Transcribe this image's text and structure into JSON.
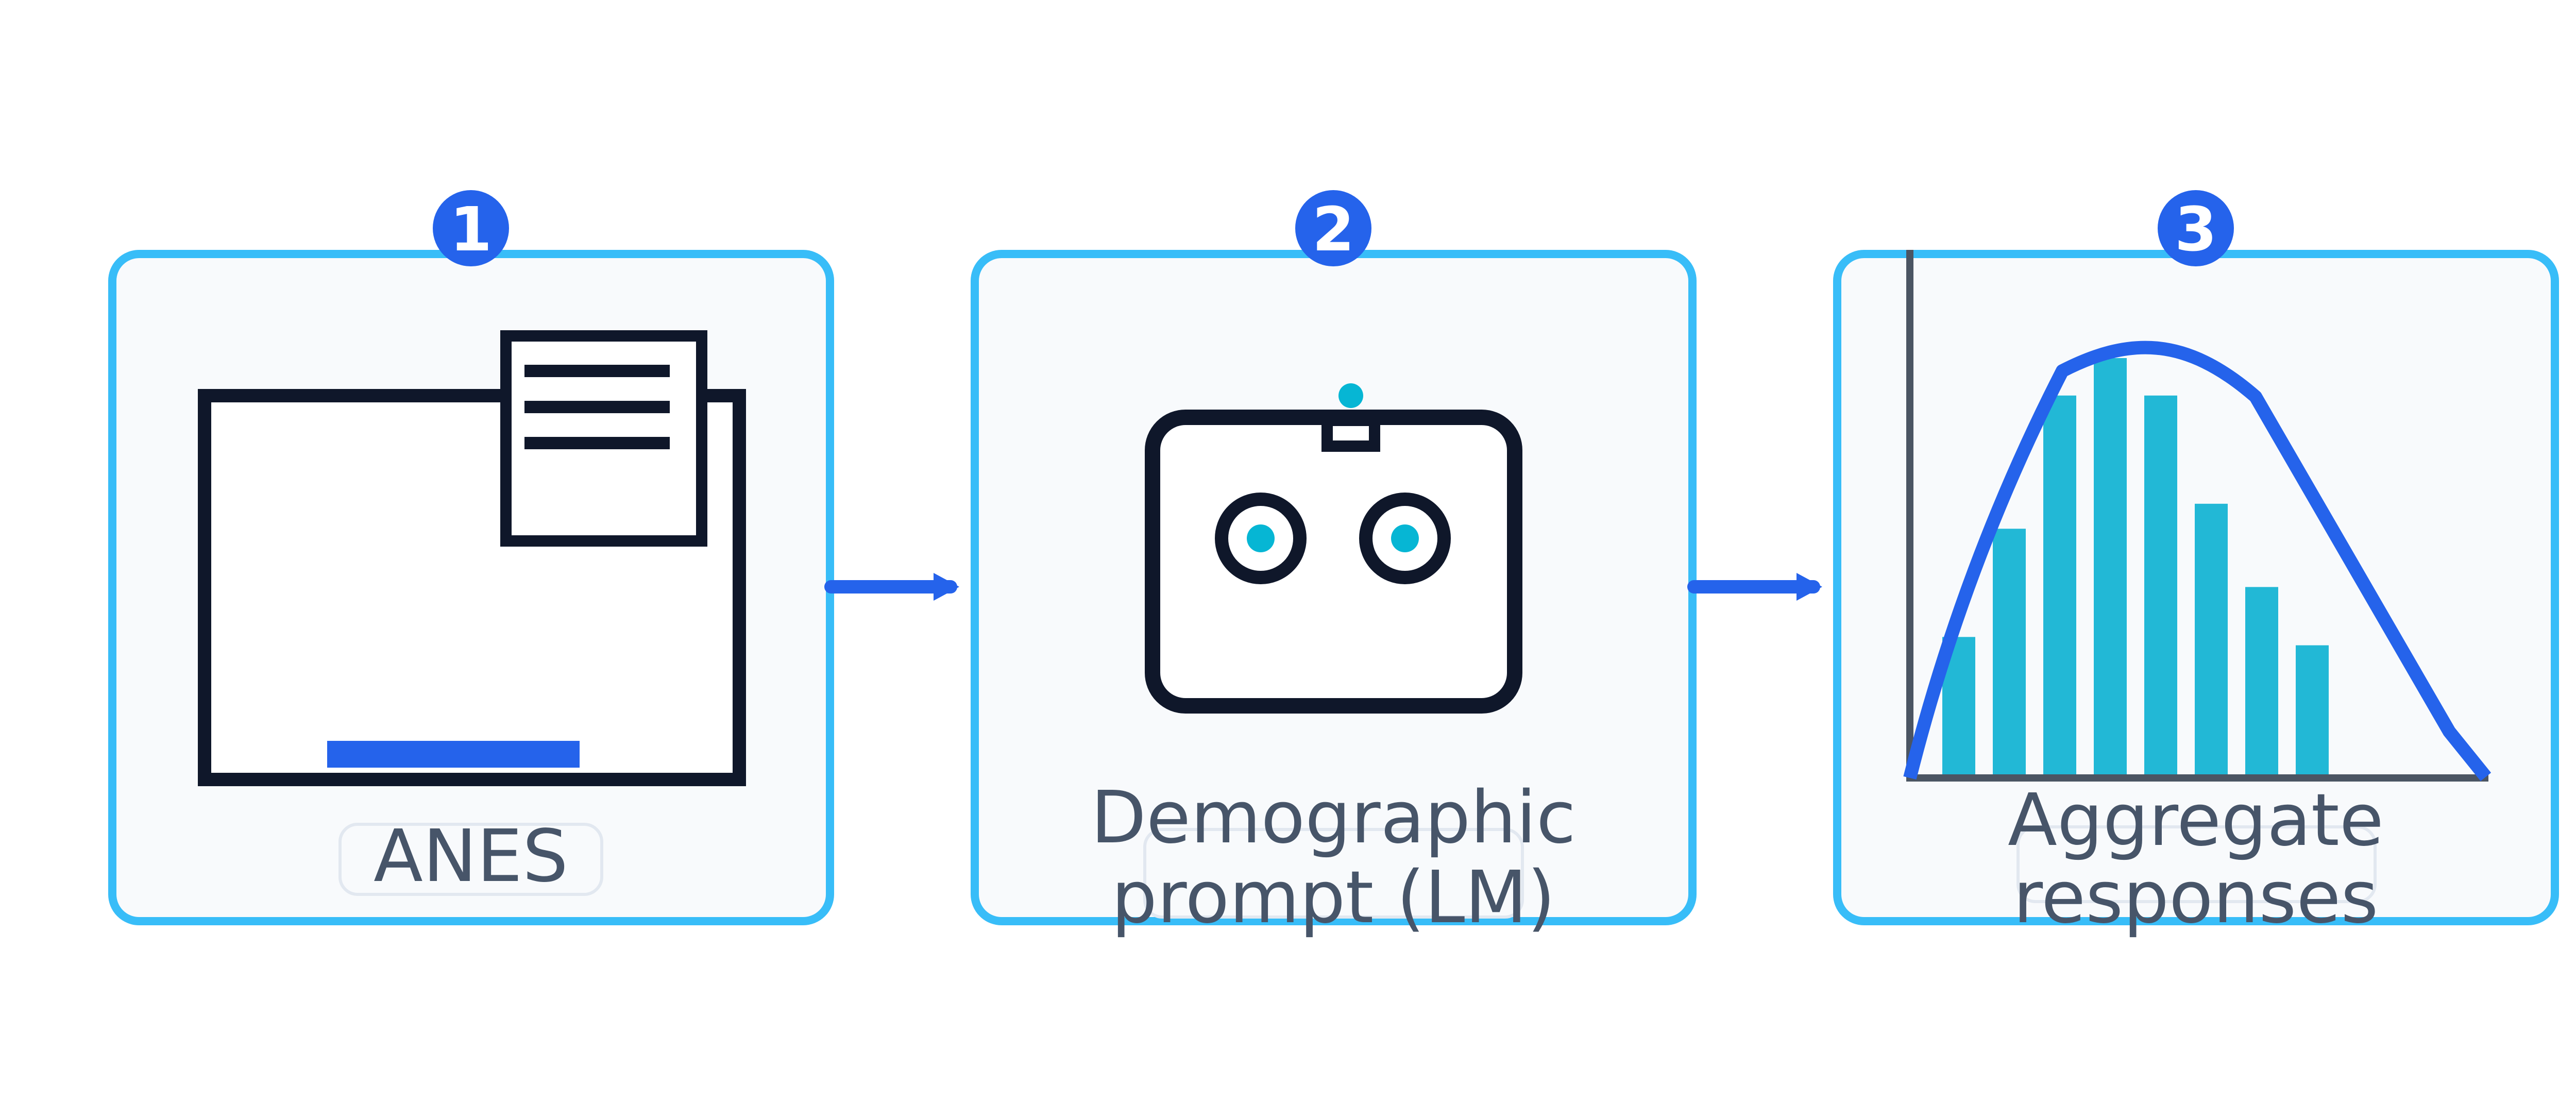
{
  "steps": [
    {
      "number": "1",
      "label_lines": [
        "ANES"
      ],
      "icon": "folder-with-document-icon"
    },
    {
      "number": "2",
      "label_lines": [
        "Demographic",
        "prompt (LM)"
      ],
      "icon": "robot-face-icon"
    },
    {
      "number": "3",
      "label_lines": [
        "Aggregate",
        "responses"
      ],
      "icon": "distribution-histogram-icon"
    }
  ],
  "histogram_bar_levels": [
    0.33,
    0.59,
    0.91,
    1.0,
    0.91,
    0.65,
    0.45,
    0.31
  ],
  "colors": {
    "panel_fill": "#f8fafc",
    "panel_border": "#38bdf8",
    "accent_blue": "#2563eb",
    "icon_dark": "#0f172a",
    "teal": "#06b6d4",
    "bar": "#22b8d6",
    "axis": "#4b5563",
    "label_text": "#475569",
    "pill_border": "#e2e8f0"
  }
}
